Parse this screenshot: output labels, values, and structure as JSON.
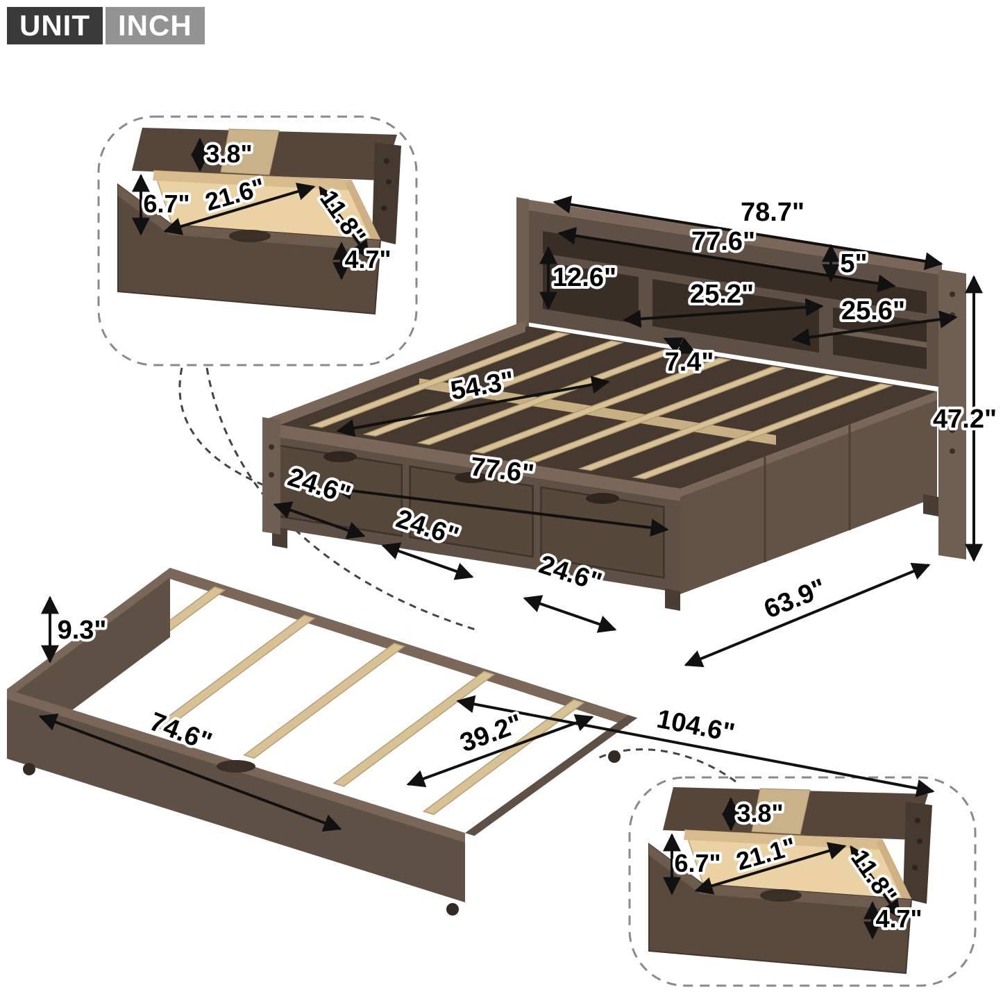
{
  "badge": {
    "unit": "UNIT",
    "inch": "INCH"
  },
  "colors": {
    "wood_dark": "#4f4238",
    "wood_mid": "#5f5045",
    "wood_light": "#6f5e52",
    "slat_wood": "#d8c295",
    "drawer_interior": "#ead2a4",
    "arrow": "#111111",
    "callout_border": "#8a8a8a",
    "badge_dark": "#3a3a3a",
    "badge_gray": "#939393"
  },
  "dims": {
    "bed": {
      "overall_length": "78.7\"",
      "shelf_length": "77.6\"",
      "shelf_depth": "5\"",
      "bookcase_height": "12.6\"",
      "middle_shelf_width": "25.2\"",
      "right_shelf_width": "25.6\"",
      "cubby_depth": "7.4\"",
      "slat_width": "54.3\"",
      "interior_length": "77.6\"",
      "total_height": "47.2\"",
      "drawer_width_1": "24.6\"",
      "drawer_width_2": "24.6\"",
      "drawer_width_3": "24.6\"",
      "depth": "63.9\"",
      "floor_length": "104.6\""
    },
    "trundle": {
      "panel_height": "9.3\"",
      "length": "74.6\"",
      "slat_width": "39.2\""
    },
    "drawer_top": {
      "opening_height": "3.8\"",
      "front_height": "6.7\"",
      "width": "21.6\"",
      "depth": "11.8\"",
      "panel_height": "4.7\""
    },
    "drawer_bottom": {
      "opening_height": "3.8\"",
      "front_height": "6.7\"",
      "width": "21.1\"",
      "depth": "11.8\"",
      "panel_height": "4.7\""
    }
  }
}
